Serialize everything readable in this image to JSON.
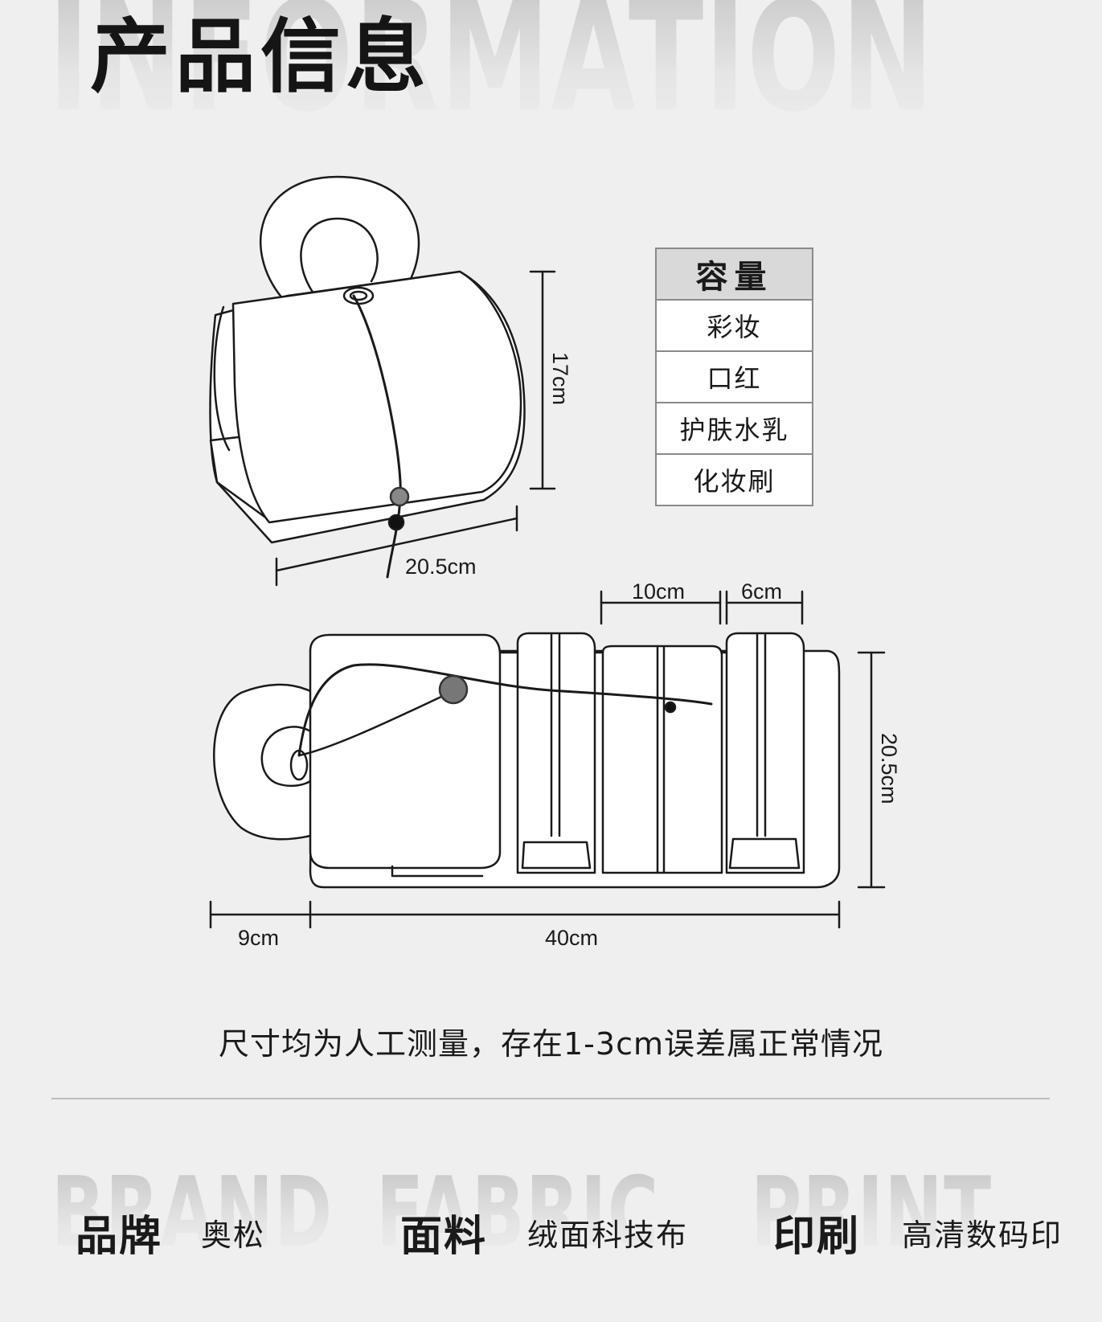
{
  "header": {
    "background_word": "INFORMATION",
    "title": "产品信息"
  },
  "dimensions": {
    "height_rolled": "17cm",
    "width_rolled": "20.5cm",
    "pocket_a": "10cm",
    "pocket_b": "6cm",
    "height_open": "20.5cm",
    "handle": "9cm",
    "length_open": "40cm"
  },
  "capacity_table": {
    "header": "容量",
    "items": [
      "彩妆",
      "口红",
      "护肤水乳",
      "化妆刷"
    ]
  },
  "note": "尺寸均为人工测量，存在1-3cm误差属正常情况",
  "info": [
    {
      "bg_word": "BRAND",
      "label": "品牌",
      "value": "奥松"
    },
    {
      "bg_word": "FABRIC",
      "label": "面料",
      "value": "绒面科技布"
    },
    {
      "bg_word": "PRINT",
      "label": "印刷",
      "value": "高清数码印"
    }
  ],
  "colors": {
    "background": "#efefef",
    "line": "#1a1a1a",
    "table_header": "#d9d9d9",
    "table_border": "#8a8a8a"
  }
}
